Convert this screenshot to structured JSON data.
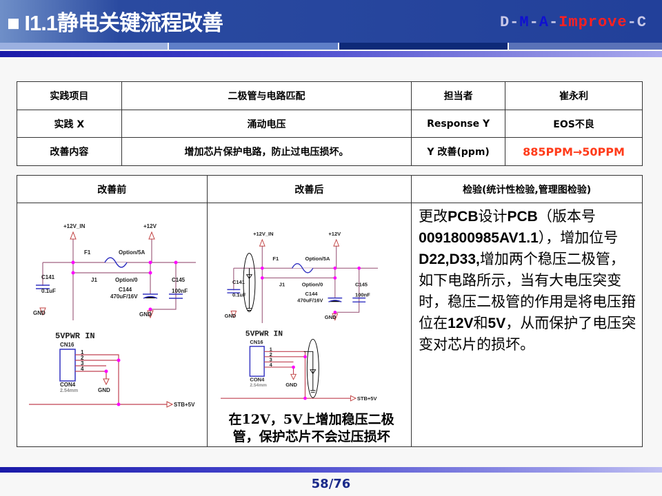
{
  "header": {
    "title": "■ I1.1静电关键流程改善",
    "dmaic": [
      {
        "t": "D-",
        "c": "#c8c8e8"
      },
      {
        "t": "M",
        "c": "#1010d0"
      },
      {
        "t": "-",
        "c": "#c8c8e8"
      },
      {
        "t": "A",
        "c": "#1010d0"
      },
      {
        "t": "-",
        "c": "#c8c8e8"
      },
      {
        "t": "Improve",
        "c": "#ff2020"
      },
      {
        "t": "-C",
        "c": "#c8c8e8"
      }
    ]
  },
  "info_table": {
    "rows": [
      [
        "实践项目",
        "二极管与电路匹配",
        "担当者",
        "崔永利"
      ],
      [
        "实践 X",
        "涌动电压",
        "Response Y",
        "EOS不良"
      ],
      [
        "改善内容",
        "增加芯片保护电路，防止过电压损坏。",
        "Y 改善(ppm)",
        "885PPM→50PPM"
      ]
    ]
  },
  "improve_table": {
    "headers": [
      "改善前",
      "改善后",
      "检验(统计性检验,管理图检验)"
    ],
    "after_note": "在12V，5V上增加稳压二极管，保护芯片不会过压损坏",
    "verification": [
      {
        "t": "更改"
      },
      {
        "t": "PCB",
        "b": true
      },
      {
        "t": "设计"
      },
      {
        "t": "PCB",
        "b": true
      },
      {
        "t": "（版本号"
      },
      {
        "t": "0091800985AV1.1",
        "b": true
      },
      {
        "t": "），增加位号"
      },
      {
        "t": "D22,D33,",
        "b": true
      },
      {
        "t": "增加两个稳压二极管，如下电路所示，当有大电压突变时，稳压二极管的作用是将电压箝位在"
      },
      {
        "t": "12V",
        "b": true
      },
      {
        "t": "和"
      },
      {
        "t": "5V",
        "b": true
      },
      {
        "t": "，从而保护了电压突变对芯片的损坏。"
      }
    ]
  },
  "schematic": {
    "v12in": "+12V_IN",
    "v12": "+12V",
    "f1": "F1",
    "opt5a": "Option/5A",
    "j1": "J1",
    "opt0": "Option/0",
    "c141": "C141",
    "c141v": "0.1uF",
    "c144": "C144",
    "c144v": "470uF/16V",
    "c145": "C145",
    "c145v": "100nF",
    "gnd": "GND",
    "pwr": "5VPWR IN",
    "cn16": "CN16",
    "con4": "CON4",
    "pitch": "2.54mm",
    "p1": "1",
    "p2": "2",
    "p3": "3",
    "p4": "4",
    "stb": "STB+5V"
  },
  "footer": {
    "page": "58/76"
  },
  "colors": {
    "header_bg": "#22409a",
    "accent_red": "#ff3b1a",
    "wire": "#a06080",
    "node": "#ff00ff"
  }
}
